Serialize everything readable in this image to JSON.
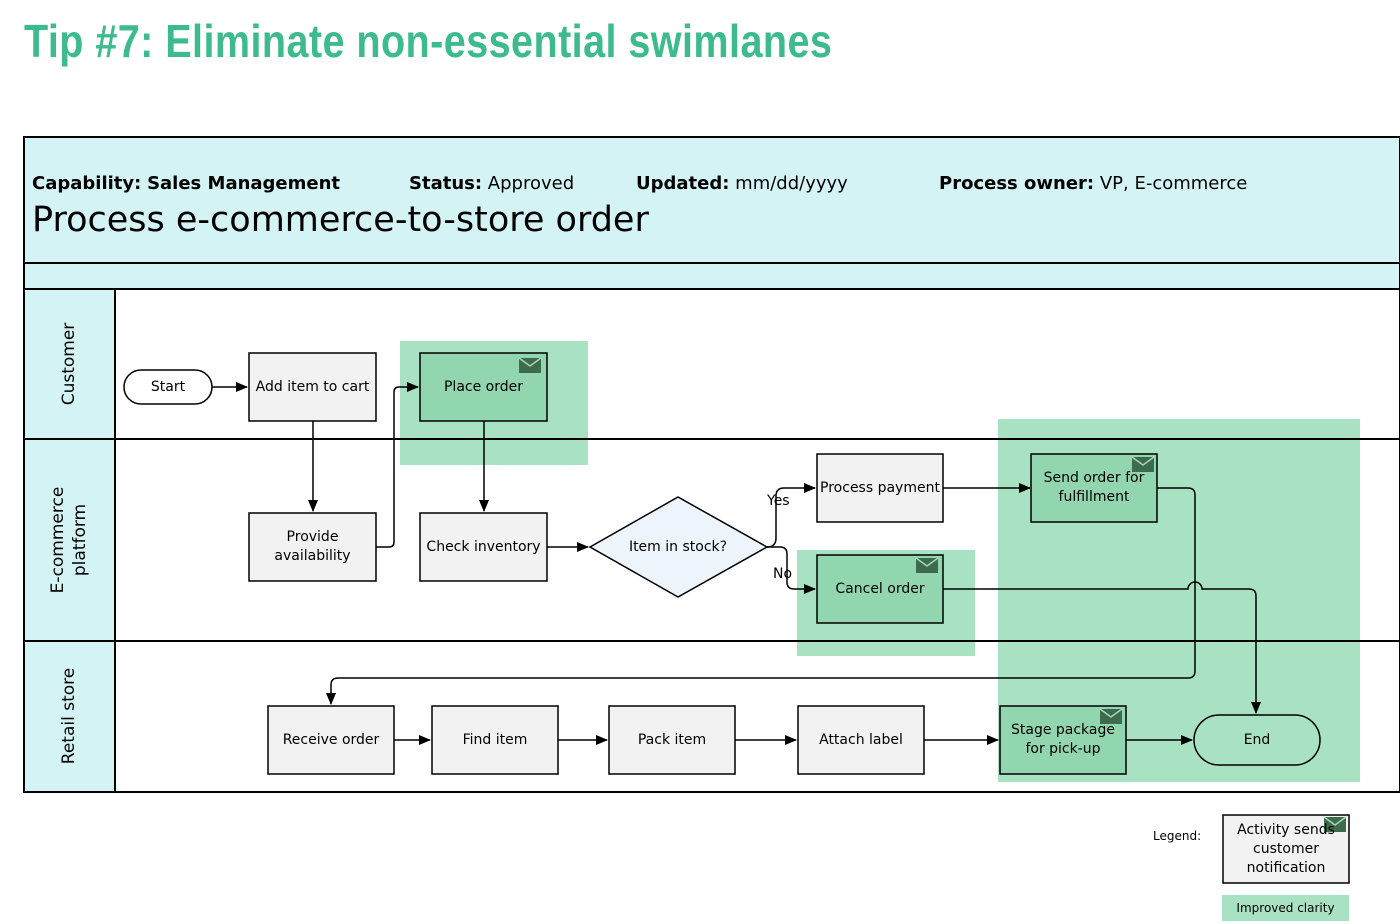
{
  "page": {
    "title": "Tip #7: Eliminate non-essential swimlanes",
    "colors": {
      "title": "#3dbb8e",
      "header_bg": "#d4f3f5",
      "highlight": "#a8e2c2",
      "node_fill": "#f2f2f2",
      "highlighted_node": "#92d6b0",
      "decision_fill": "#eef4fc"
    }
  },
  "header": {
    "capability_label": "Capability:",
    "capability_value": "Sales Management",
    "status_label": "Status:",
    "status_value": "Approved",
    "updated_label": "Updated:",
    "updated_value": "mm/dd/yyyy",
    "owner_label": "Process owner:",
    "owner_value": "VP, E-commerce",
    "process_title": "Process e-commerce-to-store order"
  },
  "lanes": [
    {
      "id": "customer",
      "label": "Customer"
    },
    {
      "id": "ecommerce",
      "label": "E-commerce platform"
    },
    {
      "id": "retail",
      "label": "Retail store"
    }
  ],
  "nodes": {
    "start": "Start",
    "add_item": "Add item to cart",
    "place_order": "Place order",
    "provide_availability": "Provide availability",
    "check_inventory": "Check inventory",
    "item_in_stock": "Item in stock?",
    "process_payment": "Process payment",
    "cancel_order": "Cancel order",
    "send_order": "Send order for fulfillment",
    "receive_order": "Receive order",
    "find_item": "Find item",
    "pack_item": "Pack item",
    "attach_label": "Attach label",
    "stage_package": "Stage package for pick-up",
    "end": "End"
  },
  "edge_labels": {
    "yes": "Yes",
    "no": "No"
  },
  "legend": {
    "label": "Legend:",
    "activity_notification": "Activity sends customer notification",
    "improved_clarity": "Improved clarity"
  }
}
